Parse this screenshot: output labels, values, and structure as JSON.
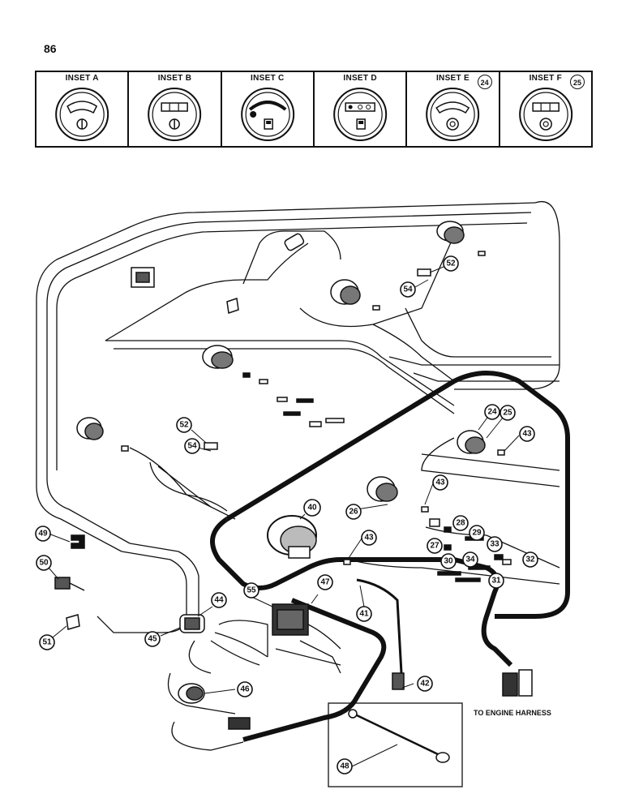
{
  "page_number": "86",
  "insets": [
    {
      "label": "INSET A",
      "callout": ""
    },
    {
      "label": "INSET B",
      "callout": ""
    },
    {
      "label": "INSET C",
      "callout": ""
    },
    {
      "label": "INSET D",
      "callout": ""
    },
    {
      "label": "INSET E",
      "callout": "24"
    },
    {
      "label": "INSET F",
      "callout": "25"
    }
  ],
  "callouts": {
    "c52a": "52",
    "c54a": "54",
    "c52b": "52",
    "c54b": "54",
    "c24": "24",
    "c25": "25",
    "c43a": "43",
    "c43b": "43",
    "c43c": "43",
    "c40": "40",
    "c26": "26",
    "c28": "28",
    "c27": "27",
    "c29": "29",
    "c33": "33",
    "c32": "32",
    "c30": "30",
    "c34": "34",
    "c31": "31",
    "c49": "49",
    "c50": "50",
    "c51": "51",
    "c55": "55",
    "c47": "47",
    "c44": "44",
    "c45": "45",
    "c41": "41",
    "c42": "42",
    "c46": "46",
    "c48": "48"
  },
  "engine_harness_label": "TO ENGINE HARNESS"
}
